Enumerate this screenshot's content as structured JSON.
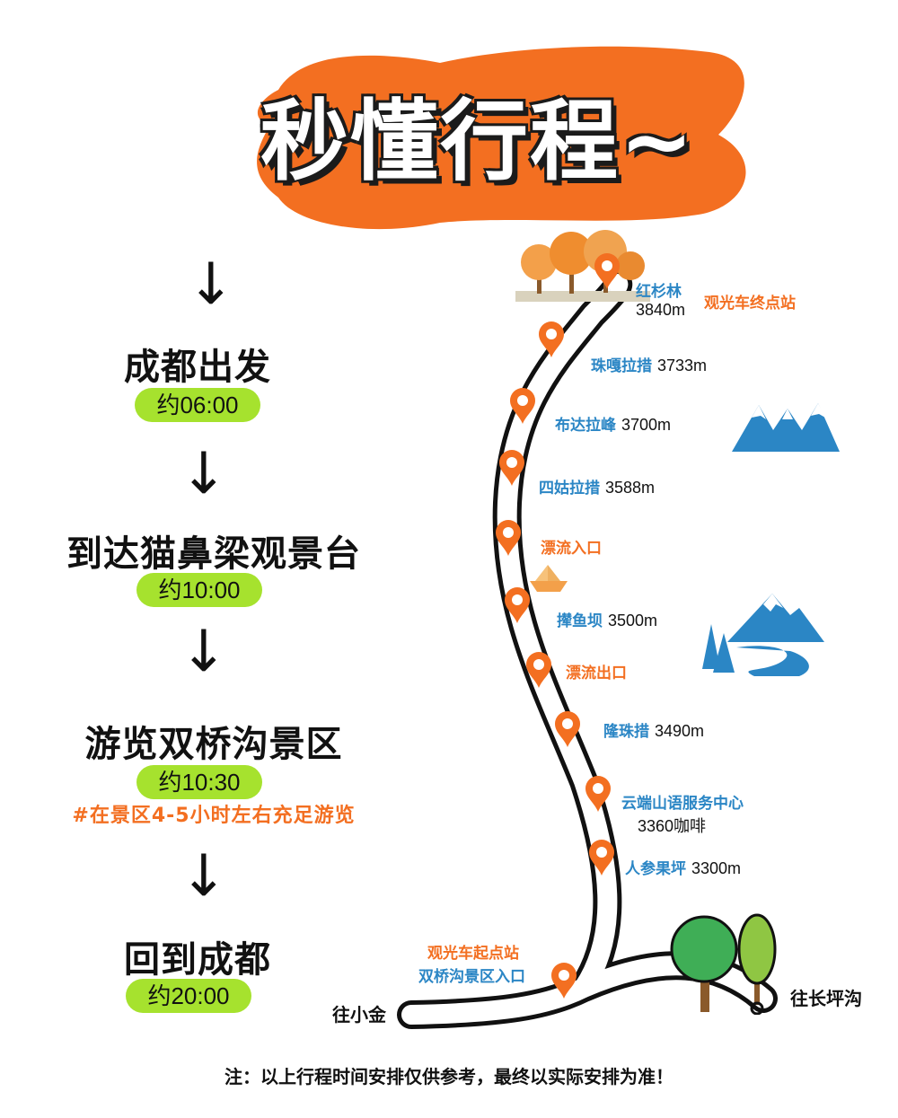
{
  "title": "秒懂行程~",
  "colors": {
    "accent_orange": "#f36f21",
    "blue": "#2b86c5",
    "pill_green": "#a6e22e"
  },
  "steps": [
    {
      "title": "成都出发",
      "time": "约06:00"
    },
    {
      "title": "到达猫鼻梁观景台",
      "time": "约10:00"
    },
    {
      "title": "游览双桥沟景区",
      "time": "约10:30",
      "note": "#在景区4-5小时左右充足游览"
    },
    {
      "title": "回到成都",
      "time": "约20:00"
    }
  ],
  "route": {
    "stops": [
      {
        "name": "红杉林",
        "alt": "3840m",
        "tag": "观光车终点站"
      },
      {
        "name": "珠嘎拉措",
        "alt": "3733m"
      },
      {
        "name": "布达拉峰",
        "alt": "3700m"
      },
      {
        "name": "四姑拉措",
        "alt": "3588m"
      },
      {
        "name": "漂流入口"
      },
      {
        "name": "撵鱼坝",
        "alt": "3500m"
      },
      {
        "name": "漂流出口"
      },
      {
        "name": "隆珠措",
        "alt": "3490m"
      },
      {
        "name": "云端山语服务中心",
        "alt": "3360咖啡"
      },
      {
        "name": "人参果坪",
        "alt": "3300m"
      },
      {
        "name": "双桥沟景区入口",
        "tag": "观光车起点站"
      }
    ],
    "left_direction": "往小金",
    "right_direction": "往长坪沟"
  },
  "icons": [
    "arrow-down-icon",
    "map-pin-icon",
    "autumn-trees-icon",
    "mountain-icon",
    "paper-boat-icon",
    "mountain-river-icon",
    "tree-icon"
  ],
  "footer": "注：以上行程时间安排仅供参考，最终以实际安排为准！"
}
